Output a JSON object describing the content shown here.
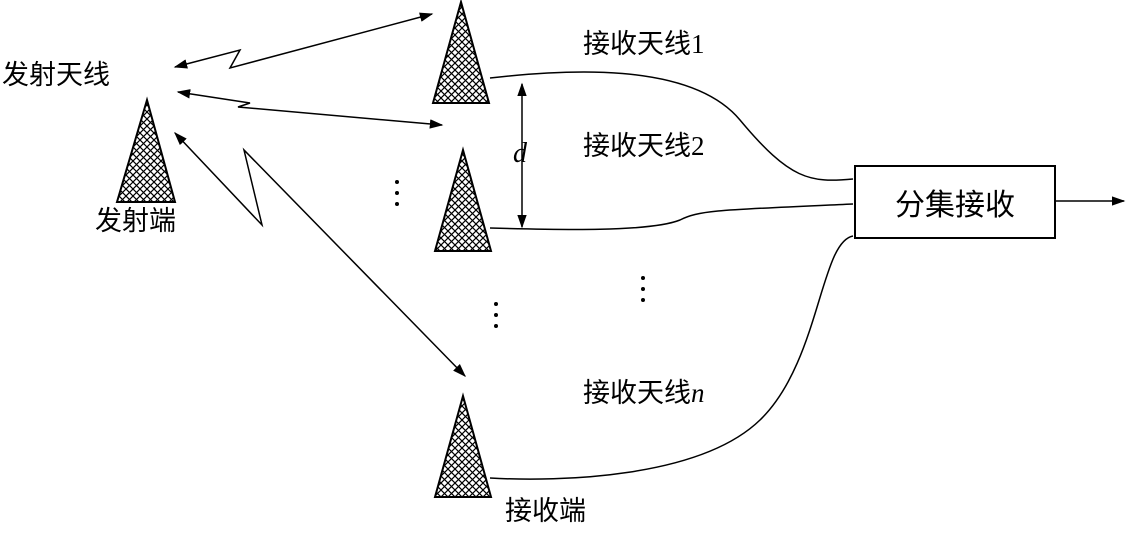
{
  "transmitter": {
    "antenna_label": "发射天线",
    "end_label": "发射端"
  },
  "receiver": {
    "antenna1_label": "接收天线",
    "antenna1_index": "1",
    "antenna2_label": "接收天线",
    "antenna2_index": "2",
    "antennaN_label": "接收天线",
    "antennaN_index": "n",
    "end_label": "接收端"
  },
  "spacing_label": "d",
  "combiner": {
    "label": "分集接收"
  }
}
